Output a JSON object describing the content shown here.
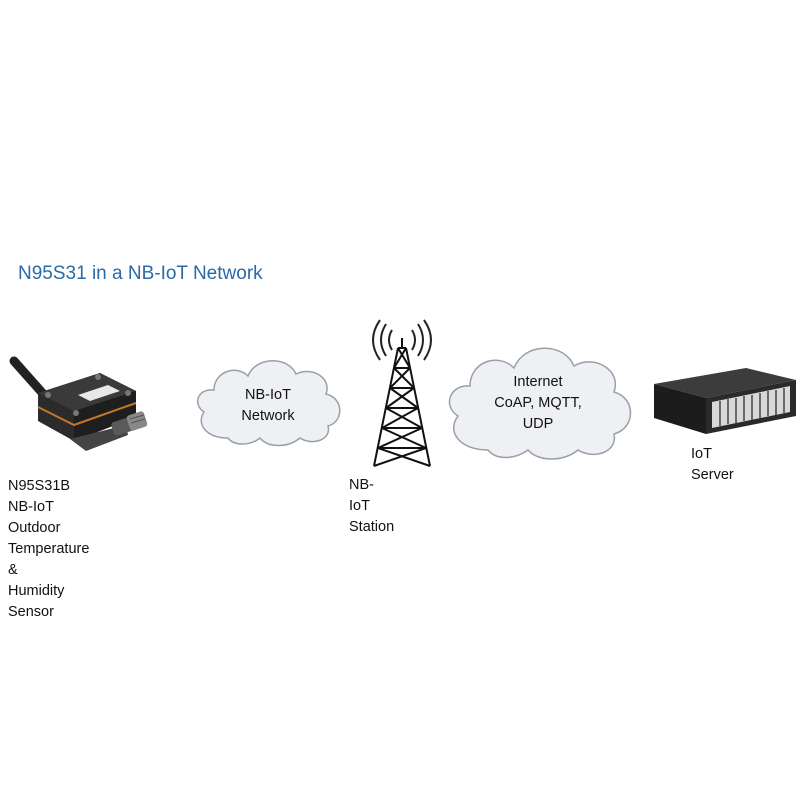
{
  "title": "N95S31 in a NB-IoT Network",
  "nodes": {
    "sensor": {
      "lines": [
        "N95S31B NB-IoT",
        "Outdoor Temperature &",
        "Humidity Sensor"
      ],
      "icon": "sensor-device-icon"
    },
    "nbiot_network": {
      "lines": [
        "NB-IoT",
        "Network"
      ],
      "icon": "cloud-icon"
    },
    "station": {
      "lines": [
        "NB-IoT Station"
      ],
      "icon": "cell-tower-icon"
    },
    "internet": {
      "lines": [
        "Internet",
        "CoAP, MQTT,",
        "UDP"
      ],
      "icon": "cloud-icon"
    },
    "server": {
      "lines": [
        "IoT Server"
      ],
      "icon": "rack-server-icon"
    }
  },
  "colors": {
    "title": "#2a6aa8",
    "cloud_fill": "#eef0f3",
    "cloud_stroke": "#9aa0a8",
    "device_body": "#2b2b2b"
  }
}
